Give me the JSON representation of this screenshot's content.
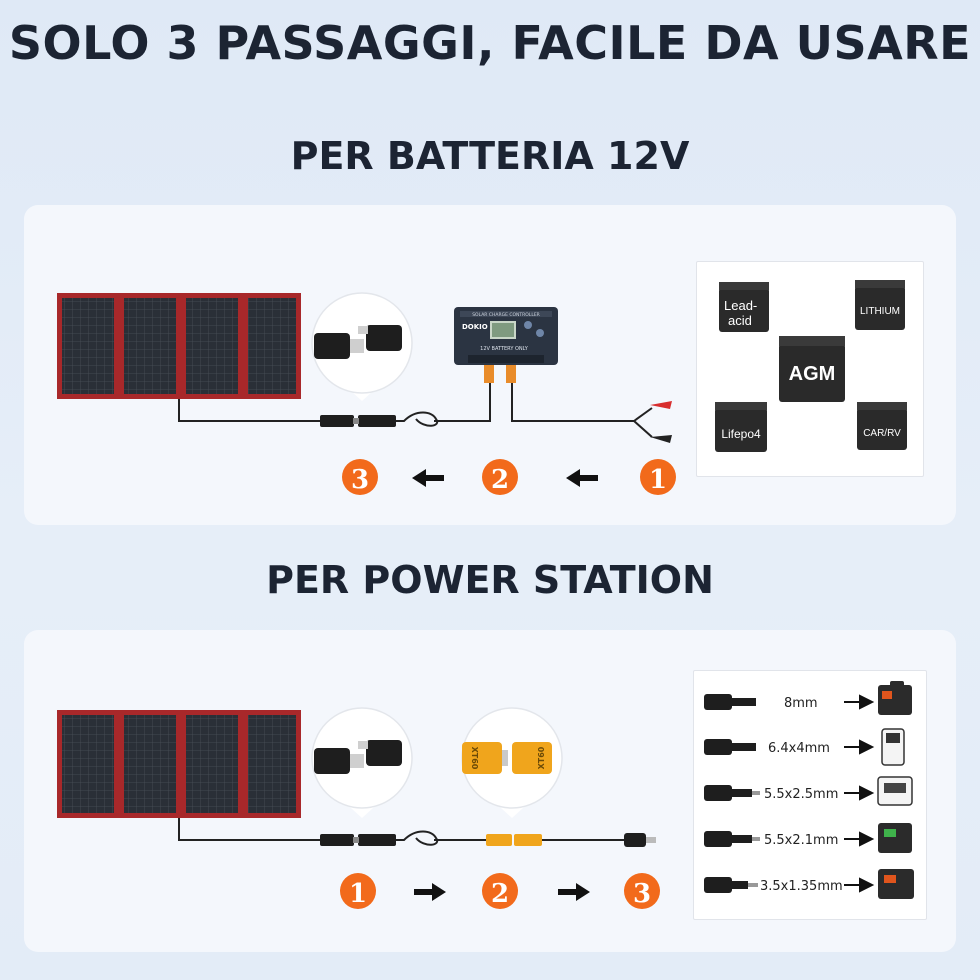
{
  "header": {
    "title": "SOLO 3 PASSAGGI, FACILE DA USARE"
  },
  "section_battery": {
    "title": "PER BATTERIA 12V",
    "steps": [
      "3",
      "2",
      "1"
    ],
    "controller": {
      "line1": "SOLAR CHARGE CONTROLLER",
      "brand": "DOKIO",
      "line2": "12V BATTERY ONLY"
    },
    "batteries": [
      {
        "label_line1": "Lead-",
        "label_line2": "acid"
      },
      {
        "label": "LITHIUM"
      },
      {
        "label": "AGM"
      },
      {
        "label": "Lifepo4"
      },
      {
        "label": "CAR/RV"
      }
    ]
  },
  "section_station": {
    "title": "PER POWER STATION",
    "steps": [
      "1",
      "2",
      "3"
    ],
    "xt60": {
      "left": "XT60",
      "right": "XT60"
    },
    "connectors": [
      {
        "size": "8mm"
      },
      {
        "size": "6.4x4mm"
      },
      {
        "size": "5.5x2.5mm"
      },
      {
        "size": "5.5x2.1mm"
      },
      {
        "size": "3.5x1.35mm"
      }
    ]
  },
  "colors": {
    "step_orange": "#f26a1b",
    "panel_red": "#a8282a",
    "dark_text": "#1c2433"
  }
}
